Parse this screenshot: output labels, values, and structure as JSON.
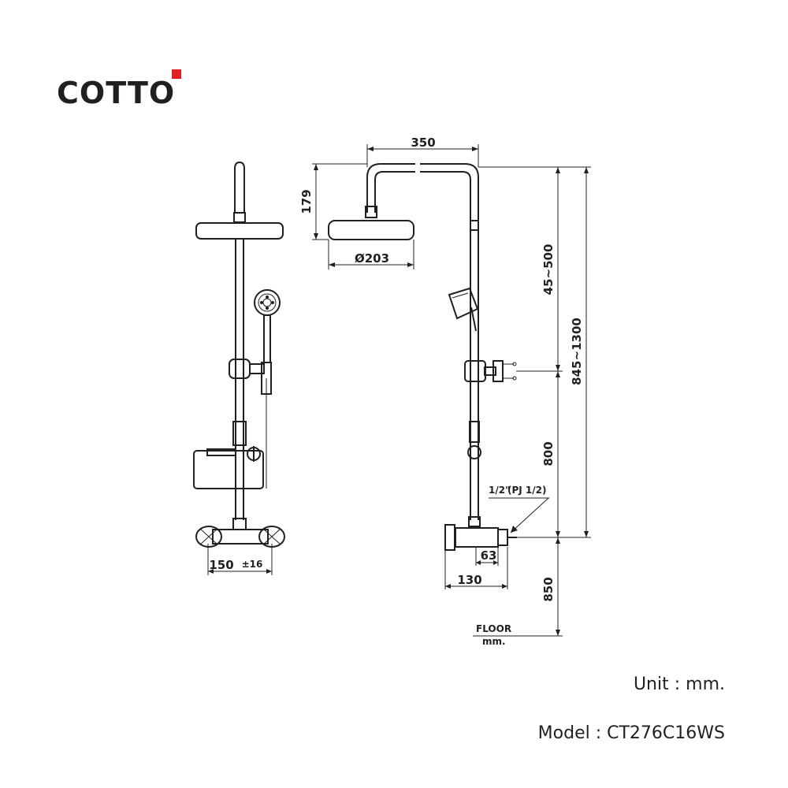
{
  "brand": {
    "name": "COTTO",
    "accent_color": "#e31e24"
  },
  "dimensions": {
    "pipe_width": "350",
    "head_drop": "179",
    "head_diameter": "Ø203",
    "upper_adjust": "45~500",
    "total_height": "845~1300",
    "mid_height": "800",
    "floor_height": "850",
    "center_distance": "150",
    "center_tolerance": "±16",
    "valve_depth": "63",
    "valve_projection": "130",
    "thread_fraction_main": "1/2\"",
    "thread_label": "(PJ 1/2)"
  },
  "labels": {
    "floor": "FLOOR",
    "floor_unit": "mm."
  },
  "footer": {
    "unit": "Unit : mm.",
    "model": "Model : CT276C16WS"
  }
}
